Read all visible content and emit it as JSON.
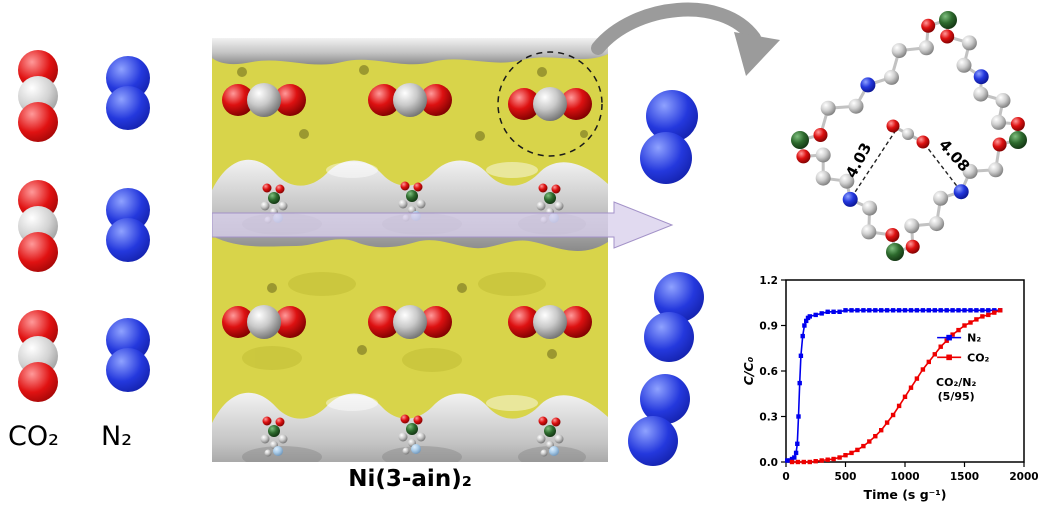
{
  "left_panel": {
    "co2_label": "CO₂",
    "n2_label": "N₂"
  },
  "center_panel": {
    "framework_label": "Ni(3-ain)₂"
  },
  "ring": {
    "distance_labels": [
      "4.03",
      "4.08"
    ]
  },
  "colors": {
    "surface_yellow": "#d8d44a",
    "arrow_lavender": "#d8d0ec",
    "curved_arrow_gray": "#9b9b9b",
    "oxygen_red": "#cc1111",
    "carbon_gray": "#c6c6c6",
    "nitrogen_blue": "#2233cc",
    "nickel_green": "#2d6a2d",
    "n2_series": "#0000ee",
    "co2_series": "#ee0000"
  },
  "chart_data": {
    "type": "line",
    "title": "",
    "xlabel": "Time (s g⁻¹)",
    "ylabel": "C/C₀",
    "xlim": [
      0,
      2000
    ],
    "ylim": [
      0,
      1.2
    ],
    "xticks": [
      0,
      500,
      1000,
      1500,
      2000
    ],
    "yticks": [
      0,
      0.3,
      0.6,
      0.9,
      1.2
    ],
    "grid": false,
    "legend_position": "inside-right",
    "annotation_lines": [
      "CO₂/N₂",
      "(5/95)"
    ],
    "series": [
      {
        "name": "N₂",
        "color": "#0000ee",
        "marker": "square",
        "x": [
          10,
          30,
          50,
          70,
          85,
          95,
          105,
          115,
          125,
          140,
          155,
          170,
          185,
          200,
          250,
          300,
          350,
          400,
          450,
          500,
          550,
          600,
          650,
          700,
          750,
          800,
          850,
          900,
          950,
          1000,
          1050,
          1100,
          1150,
          1200,
          1250,
          1300,
          1350,
          1400,
          1450,
          1500,
          1550,
          1600,
          1650,
          1700,
          1750,
          1800
        ],
        "y": [
          0.01,
          0.01,
          0.02,
          0.03,
          0.06,
          0.12,
          0.3,
          0.52,
          0.7,
          0.83,
          0.9,
          0.93,
          0.95,
          0.96,
          0.97,
          0.98,
          0.99,
          0.99,
          0.99,
          1.0,
          1.0,
          1.0,
          1.0,
          1.0,
          1.0,
          1.0,
          1.0,
          1.0,
          1.0,
          1.0,
          1.0,
          1.0,
          1.0,
          1.0,
          1.0,
          1.0,
          1.0,
          1.0,
          1.0,
          1.0,
          1.0,
          1.0,
          1.0,
          1.0,
          1.0,
          1.0
        ]
      },
      {
        "name": "CO₂",
        "color": "#ee0000",
        "marker": "square",
        "x": [
          50,
          100,
          150,
          200,
          250,
          300,
          350,
          400,
          450,
          500,
          550,
          600,
          650,
          700,
          750,
          800,
          850,
          900,
          950,
          1000,
          1050,
          1100,
          1150,
          1200,
          1250,
          1300,
          1350,
          1400,
          1450,
          1500,
          1550,
          1600,
          1650,
          1700,
          1750,
          1800
        ],
        "y": [
          0,
          0,
          0,
          0,
          0.005,
          0.01,
          0.015,
          0.02,
          0.03,
          0.045,
          0.06,
          0.08,
          0.105,
          0.135,
          0.17,
          0.21,
          0.26,
          0.31,
          0.37,
          0.43,
          0.49,
          0.55,
          0.61,
          0.66,
          0.71,
          0.76,
          0.8,
          0.84,
          0.87,
          0.9,
          0.92,
          0.94,
          0.96,
          0.97,
          0.985,
          1.0
        ]
      }
    ]
  }
}
